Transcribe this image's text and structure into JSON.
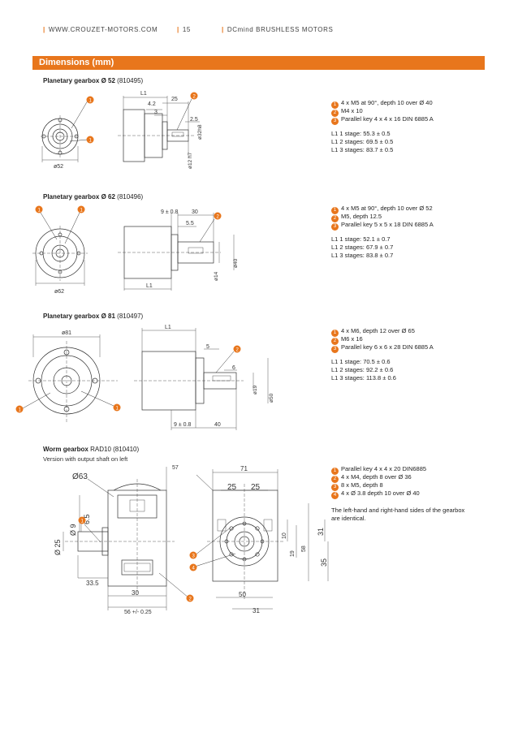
{
  "header": {
    "site": "WWW.CROUZET-MOTORS.COM",
    "page": "15",
    "section": "DCmind BRUSHLESS MOTORS"
  },
  "band_title": "Dimensions (mm)",
  "gearboxes": [
    {
      "title": "Planetary gearbox Ø 52",
      "code": "(810495)",
      "legend": [
        "4 x M5 at 90°, depth 10 over Ø 40",
        "M4 x 10",
        "Parallel key 4 x 4 x 16 DIN 6885 A"
      ],
      "lengths": [
        "L1  1 stage: 55.3 ± 0.5",
        "L1  2 stages: 69.5 ± 0.5",
        "L1  3 stages: 83.7 ± 0.5"
      ],
      "dims": {
        "d_face": "ø52",
        "L1": "L1",
        "d1": "4.2",
        "d2": "25",
        "d3": "3",
        "d4": "2.5",
        "d5": "ø32h8",
        "d6": "ø12 h7"
      }
    },
    {
      "title": "Planetary gearbox Ø 62",
      "code": "(810496)",
      "legend": [
        "4 x M5 at 90°, depth 10 over Ø 52",
        "M5, depth 12.5",
        "Parallel key 5 x 5 x 18 DIN 6885 A"
      ],
      "lengths": [
        "L1  1 stage: 52.1 ± 0.7",
        "L1  2 stages: 67.9 ± 0.7",
        "L1  3 stages: 83.8 ± 0.7"
      ],
      "dims": {
        "d_face": "ø62",
        "L1": "L1",
        "d1": "9 ± 0.8",
        "d2": "30",
        "d3": "5.5",
        "d4": "ø14",
        "d5": "ø40"
      }
    },
    {
      "title": "Planetary gearbox Ø 81",
      "code": "(810497)",
      "legend": [
        "4 x M6, depth 12 over Ø 65",
        "M6 x 16",
        "Parallel key 6 x 6 x 28 DIN 6885 A"
      ],
      "lengths": [
        "L1  1 stage: 70.5 ± 0.6",
        "L1  2 stages: 92.2 ± 0.6",
        "L1  3 stages: 113.8 ± 0.6"
      ],
      "dims": {
        "d_face": "ø81",
        "L1": "L1",
        "d1": "5",
        "d2": "6",
        "d3": "ø19",
        "d4": "ø50",
        "d5": "9 ± 0.8",
        "d6": "40"
      }
    }
  ],
  "worm": {
    "title": "Worm gearbox",
    "code": "RAD10 (810410)",
    "subtitle": "Version with output shaft on left",
    "legend": [
      "Parallel key 4 x 4 x 20 DIN6885",
      "4 x M4, depth 8 over Ø 36",
      "8 x M5, depth 8",
      "4 x Ø 3.8 depth 10 over Ø 40"
    ],
    "note": "The left-hand and right-hand sides of the gearbox are identical.",
    "dims": {
      "d63": "Ø63",
      "d57": "57",
      "d71": "71",
      "d25a": "25",
      "d25b": "25",
      "d9": "Ø 9",
      "d65": "6.5",
      "d25": "Ø 25",
      "d335": "33.5",
      "d30": "30",
      "d56": "56 +/- 0.25",
      "d10": "10",
      "d19": "19",
      "d58": "58",
      "d31v": "31",
      "d35": "35",
      "d50": "50",
      "d31h": "31"
    }
  },
  "colors": {
    "accent": "#e8761c",
    "line": "#333333"
  }
}
